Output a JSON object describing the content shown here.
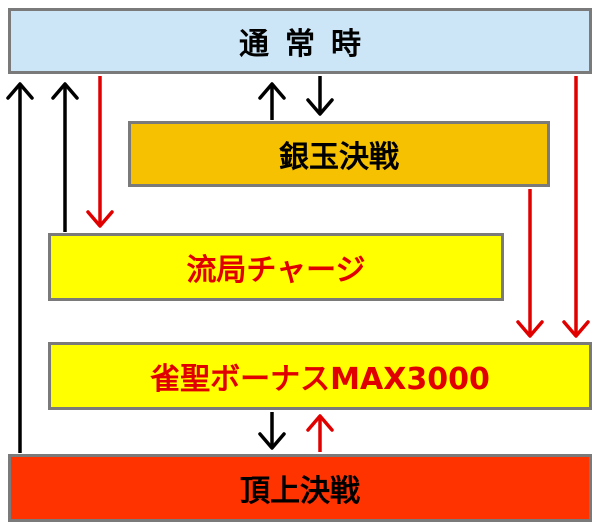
{
  "colors": {
    "outline": "#7a7a7a",
    "black_arrow": "#000000",
    "red_arrow": "#e00000"
  },
  "nodes": [
    {
      "id": "normal",
      "label": "通常時",
      "fill": "#cde6f7",
      "text_color": "#000000"
    },
    {
      "id": "silver",
      "label": "銀玉決戦",
      "fill": "#f5c100",
      "text_color": "#000000"
    },
    {
      "id": "ryukyoku",
      "label": "流局チャージ",
      "fill": "#ffff00",
      "text_color": "#e00000"
    },
    {
      "id": "jansei",
      "label": "雀聖ボーナスMAX3000",
      "fill": "#ffff00",
      "text_color": "#e00000"
    },
    {
      "id": "chojo",
      "label": "頂上決戦",
      "fill": "#ff3300",
      "text_color": "#000000"
    }
  ],
  "edges": [
    {
      "from": "chojo",
      "to": "normal",
      "color": "black"
    },
    {
      "from": "ryukyoku",
      "to": "normal",
      "color": "black"
    },
    {
      "from": "silver",
      "to": "normal",
      "color": "black"
    },
    {
      "from": "normal",
      "to": "silver",
      "color": "black"
    },
    {
      "from": "normal",
      "to": "ryukyoku",
      "color": "red"
    },
    {
      "from": "silver",
      "to": "jansei",
      "color": "red"
    },
    {
      "from": "normal",
      "to": "jansei",
      "color": "red"
    },
    {
      "from": "jansei",
      "to": "chojo",
      "color": "black"
    },
    {
      "from": "chojo",
      "to": "jansei",
      "color": "red"
    }
  ]
}
